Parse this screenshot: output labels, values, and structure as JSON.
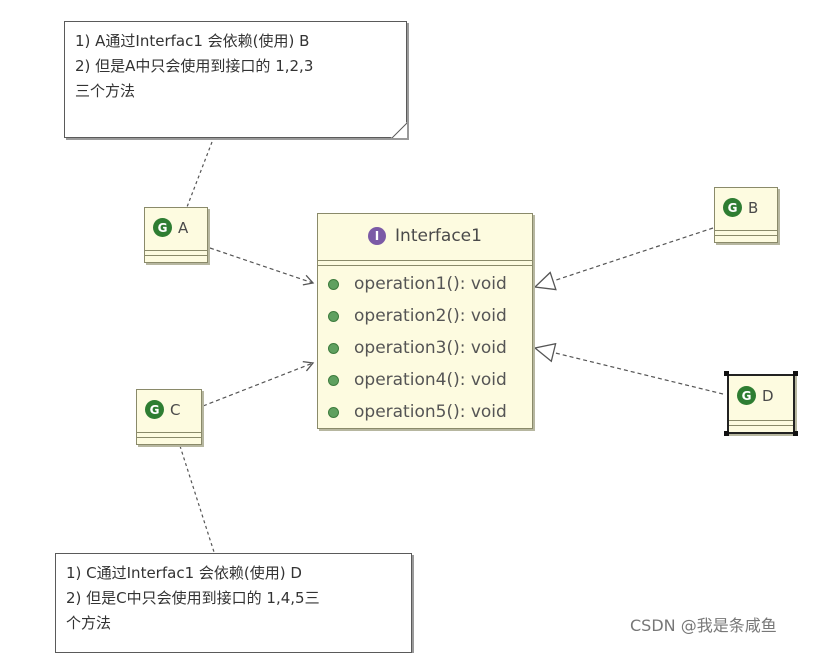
{
  "note_top": {
    "lines": [
      "1) A通过Interfac1 会依赖(使用) B",
      "2) 但是A中只会使用到接口的 1,2,3",
      "三个方法"
    ]
  },
  "note_bottom": {
    "lines": [
      "1) C通过Interfac1 会依赖(使用) D",
      "2) 但是C中只会使用到接口的 1,4,5三",
      "个方法"
    ]
  },
  "interface": {
    "icon_letter": "I",
    "name": "Interface1",
    "operations": [
      "operation1(): void",
      "operation2(): void",
      "operation3(): void",
      "operation4(): void",
      "operation5(): void"
    ]
  },
  "classes": {
    "A": {
      "icon_letter": "G",
      "name": "A"
    },
    "B": {
      "icon_letter": "G",
      "name": "B"
    },
    "C": {
      "icon_letter": "G",
      "name": "C"
    },
    "D": {
      "icon_letter": "G",
      "name": "D"
    }
  },
  "icons": {
    "class": "class-icon",
    "interface": "interface-icon",
    "method": "method-dot-icon"
  },
  "colors": {
    "class_fill": "#fdfbe0",
    "class_icon": "#2e7d32",
    "interface_icon": "#7b5aa6",
    "method_dot": "#5fa05f"
  },
  "watermark": "CSDN @我是条咸鱼"
}
